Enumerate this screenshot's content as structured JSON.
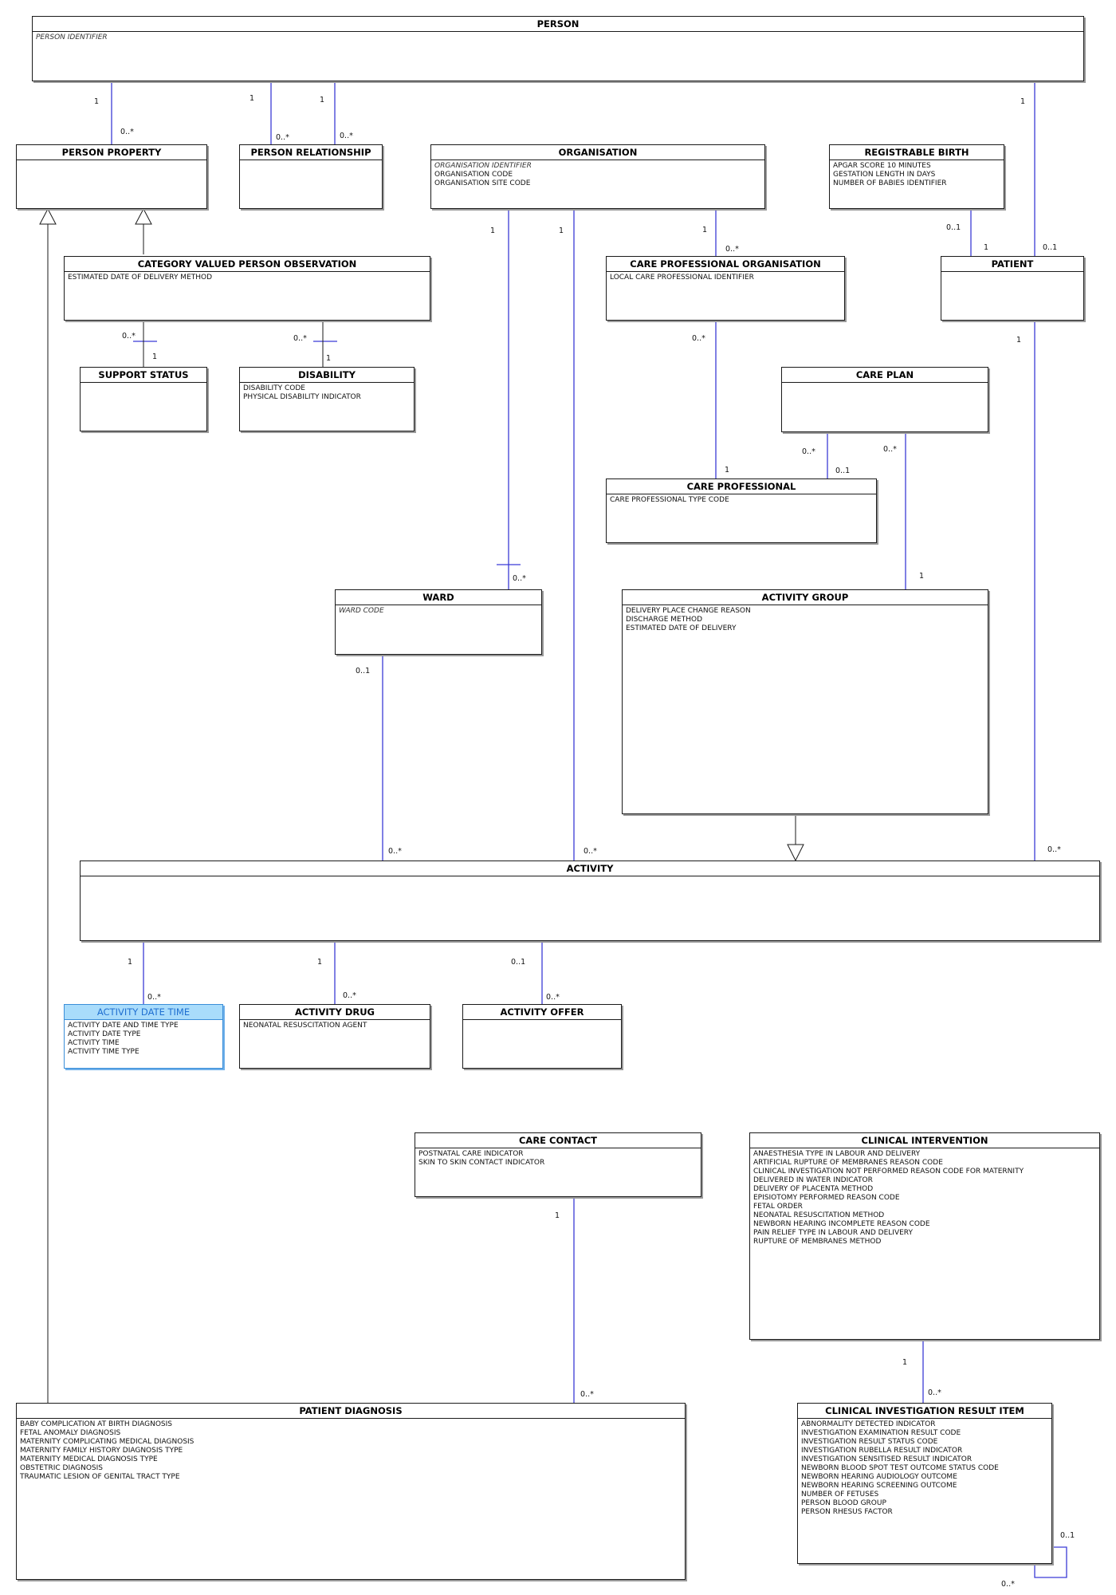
{
  "entities": {
    "person": {
      "name": "PERSON",
      "keys": [
        "PERSON IDENTIFIER"
      ],
      "attributes": []
    },
    "person_property": {
      "name": "PERSON PROPERTY",
      "keys": [],
      "attributes": []
    },
    "person_relationship": {
      "name": "PERSON RELATIONSHIP",
      "keys": [],
      "attributes": []
    },
    "organisation": {
      "name": "ORGANISATION",
      "keys": [
        "ORGANISATION IDENTIFIER"
      ],
      "attributes": [
        "ORGANISATION CODE",
        "ORGANISATION SITE CODE"
      ]
    },
    "registrable_birth": {
      "name": "REGISTRABLE BIRTH",
      "keys": [],
      "attributes": [
        "APGAR SCORE 10 MINUTES",
        "GESTATION LENGTH IN DAYS",
        "NUMBER OF BABIES IDENTIFIER"
      ]
    },
    "category_valued_person_observation": {
      "name": "CATEGORY VALUED PERSON OBSERVATION",
      "keys": [],
      "attributes": [
        "ESTIMATED DATE OF DELIVERY METHOD"
      ]
    },
    "care_professional_organisation": {
      "name": "CARE PROFESSIONAL ORGANISATION",
      "keys": [],
      "attributes": [
        "LOCAL CARE PROFESSIONAL IDENTIFIER"
      ]
    },
    "patient": {
      "name": "PATIENT",
      "keys": [],
      "attributes": []
    },
    "support_status": {
      "name": "SUPPORT STATUS",
      "keys": [],
      "attributes": []
    },
    "disability": {
      "name": "DISABILITY",
      "keys": [],
      "attributes": [
        "DISABILITY CODE",
        "PHYSICAL DISABILITY INDICATOR"
      ]
    },
    "care_plan": {
      "name": "CARE PLAN",
      "keys": [],
      "attributes": []
    },
    "care_professional": {
      "name": "CARE PROFESSIONAL",
      "keys": [],
      "attributes": [
        "CARE PROFESSIONAL TYPE CODE"
      ]
    },
    "ward": {
      "name": "WARD",
      "keys": [
        "WARD CODE"
      ],
      "attributes": []
    },
    "activity_group": {
      "name": "ACTIVITY GROUP",
      "keys": [],
      "attributes": [
        "DELIVERY PLACE CHANGE REASON",
        "DISCHARGE METHOD",
        "ESTIMATED DATE OF DELIVERY"
      ]
    },
    "activity": {
      "name": "ACTIVITY",
      "keys": [],
      "attributes": []
    },
    "activity_date_time": {
      "name": "ACTIVITY DATE TIME",
      "keys": [],
      "attributes": [
        "ACTIVITY DATE AND TIME TYPE",
        "ACTIVITY DATE TYPE",
        "ACTIVITY TIME",
        "ACTIVITY TIME TYPE"
      ]
    },
    "activity_drug": {
      "name": "ACTIVITY DRUG",
      "keys": [],
      "attributes": [
        "NEONATAL RESUSCITATION AGENT"
      ]
    },
    "activity_offer": {
      "name": "ACTIVITY OFFER",
      "keys": [],
      "attributes": []
    },
    "care_contact": {
      "name": "CARE CONTACT",
      "keys": [],
      "attributes": [
        "POSTNATAL CARE INDICATOR",
        "SKIN TO SKIN CONTACT INDICATOR"
      ]
    },
    "clinical_intervention": {
      "name": "CLINICAL INTERVENTION",
      "keys": [],
      "attributes": [
        "ANAESTHESIA TYPE IN LABOUR AND DELIVERY",
        "ARTIFICIAL RUPTURE OF MEMBRANES REASON CODE",
        "CLINICAL INVESTIGATION NOT PERFORMED REASON CODE FOR MATERNITY",
        "DELIVERED IN WATER INDICATOR",
        "DELIVERY OF PLACENTA METHOD",
        "EPISIOTOMY PERFORMED REASON CODE",
        "FETAL ORDER",
        "NEONATAL RESUSCITATION METHOD",
        "NEWBORN HEARING INCOMPLETE REASON CODE",
        "PAIN RELIEF TYPE IN LABOUR AND DELIVERY",
        "RUPTURE OF MEMBRANES METHOD"
      ]
    },
    "patient_diagnosis": {
      "name": "PATIENT DIAGNOSIS",
      "keys": [],
      "attributes": [
        "BABY COMPLICATION AT BIRTH DIAGNOSIS",
        "FETAL ANOMALY DIAGNOSIS",
        "MATERNITY COMPLICATING MEDICAL DIAGNOSIS",
        "MATERNITY FAMILY HISTORY DIAGNOSIS TYPE",
        "MATERNITY MEDICAL DIAGNOSIS TYPE",
        "OBSTETRIC DIAGNOSIS",
        "TRAUMATIC LESION OF GENITAL TRACT TYPE"
      ]
    },
    "clinical_investigation_result_item": {
      "name": "CLINICAL INVESTIGATION RESULT ITEM",
      "keys": [],
      "attributes": [
        "ABNORMALITY DETECTED INDICATOR",
        "INVESTIGATION EXAMINATION RESULT CODE",
        "INVESTIGATION RESULT STATUS CODE",
        "INVESTIGATION RUBELLA RESULT INDICATOR",
        "INVESTIGATION SENSITISED RESULT INDICATOR",
        "NEWBORN BLOOD SPOT TEST OUTCOME STATUS CODE",
        "NEWBORN HEARING AUDIOLOGY OUTCOME",
        "NEWBORN HEARING SCREENING OUTCOME",
        "NUMBER OF FETUSES",
        "PERSON BLOOD GROUP",
        "PERSON RHESUS FACTOR"
      ]
    }
  },
  "cardinalities": {
    "person_property_one": "1",
    "person_property_many": "0..*",
    "person_relationship_a_one": "1",
    "person_relationship_a_many": "0..*",
    "person_relationship_b_one": "1",
    "person_relationship_b_many": "0..*",
    "person_patient_one": "1",
    "person_patient_opt": "0..1",
    "registrable_birth_opt": "0..1",
    "registrable_birth_patient_one": "1",
    "org_cpo_one": "1",
    "org_cpo_many": "0..*",
    "org_ward_one": "1",
    "org_ward_many": "0..*",
    "org_activity_one": "1",
    "org_activity_many": "0..*",
    "cvpo_support_many": "0..*",
    "cvpo_support_one": "1",
    "cvpo_disability_many": "0..*",
    "cvpo_disability_one": "1",
    "cpo_cp_many": "0..*",
    "cpo_cp_one": "1",
    "careplan_cp_many": "0..*",
    "careplan_cp_opt": "0..1",
    "careplan_ag_many": "0..*",
    "careplan_ag_one": "1",
    "ward_activity_opt": "0..1",
    "ward_activity_many": "0..*",
    "patient_activity_one": "1",
    "patient_activity_many": "0..*",
    "activity_adt_one": "1",
    "activity_adt_many": "0..*",
    "activity_drug_one": "1",
    "activity_drug_many": "0..*",
    "activity_offer_opt": "0..1",
    "activity_offer_many": "0..*",
    "carecontact_pd_one": "1",
    "carecontact_pd_many": "0..*",
    "ci_ciri_one": "1",
    "ci_ciri_many": "0..*",
    "ciri_self_opt": "0..1",
    "ciri_self_many": "0..*"
  },
  "colors": {
    "connector": "#3b3bd6",
    "border": "#1a1a1a",
    "highlight_header": "#a9dcfb"
  }
}
